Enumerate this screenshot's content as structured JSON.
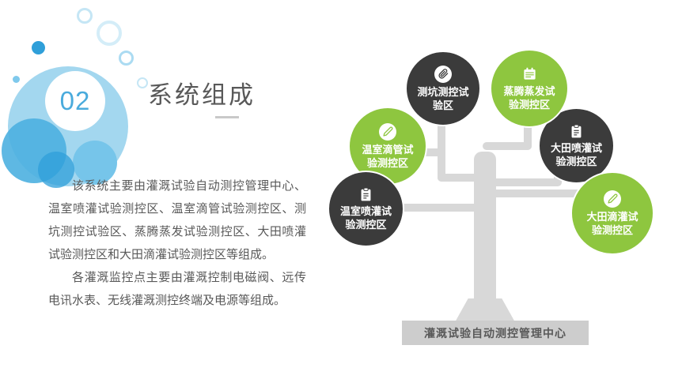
{
  "slide": {
    "badge_number": "02",
    "title": "系统组成",
    "paragraphs": {
      "p1": "该系统主要由灌溉试验自动测控管理中心、温室喷灌试验测控区、温室滴管试验测控区、测坑测控试验区、蒸腾蒸发试验测控区、大田喷灌试验测控区和大田滴灌试验测控区等组成。",
      "p2": "各灌溉监控点主要由灌溉控制电磁阀、远传电讯水表、无线灌溉测控终端及电源等组成。"
    }
  },
  "diagram": {
    "root_label": "灌溉试验自动测控管理中心",
    "nodes": [
      {
        "label": "测坑测控试验区",
        "color": "#3b3b3b",
        "icon": "paperclip-icon"
      },
      {
        "label": "蒸腾蒸发试验测控区",
        "color": "#8ec63f",
        "icon": "calendar-icon"
      },
      {
        "label": "温室滴管试验测控区",
        "color": "#8ec63f",
        "icon": "pencil-icon"
      },
      {
        "label": "大田喷灌试验测控区",
        "color": "#3b3b3b",
        "icon": "clipboard-icon"
      },
      {
        "label": "温室喷灌试验测控区",
        "color": "#3b3b3b",
        "icon": "clipboard-icon"
      },
      {
        "label": "大田滴灌试验测控区",
        "color": "#8ec63f",
        "icon": "pencil-icon"
      }
    ]
  },
  "colors": {
    "accent_blue": "#4aabdc",
    "node_dark": "#3b3b3b",
    "node_green": "#8ec63f",
    "branch_gray": "#d8d8d8",
    "banner_gray": "#cdcdcd",
    "text_gray": "#595959"
  }
}
